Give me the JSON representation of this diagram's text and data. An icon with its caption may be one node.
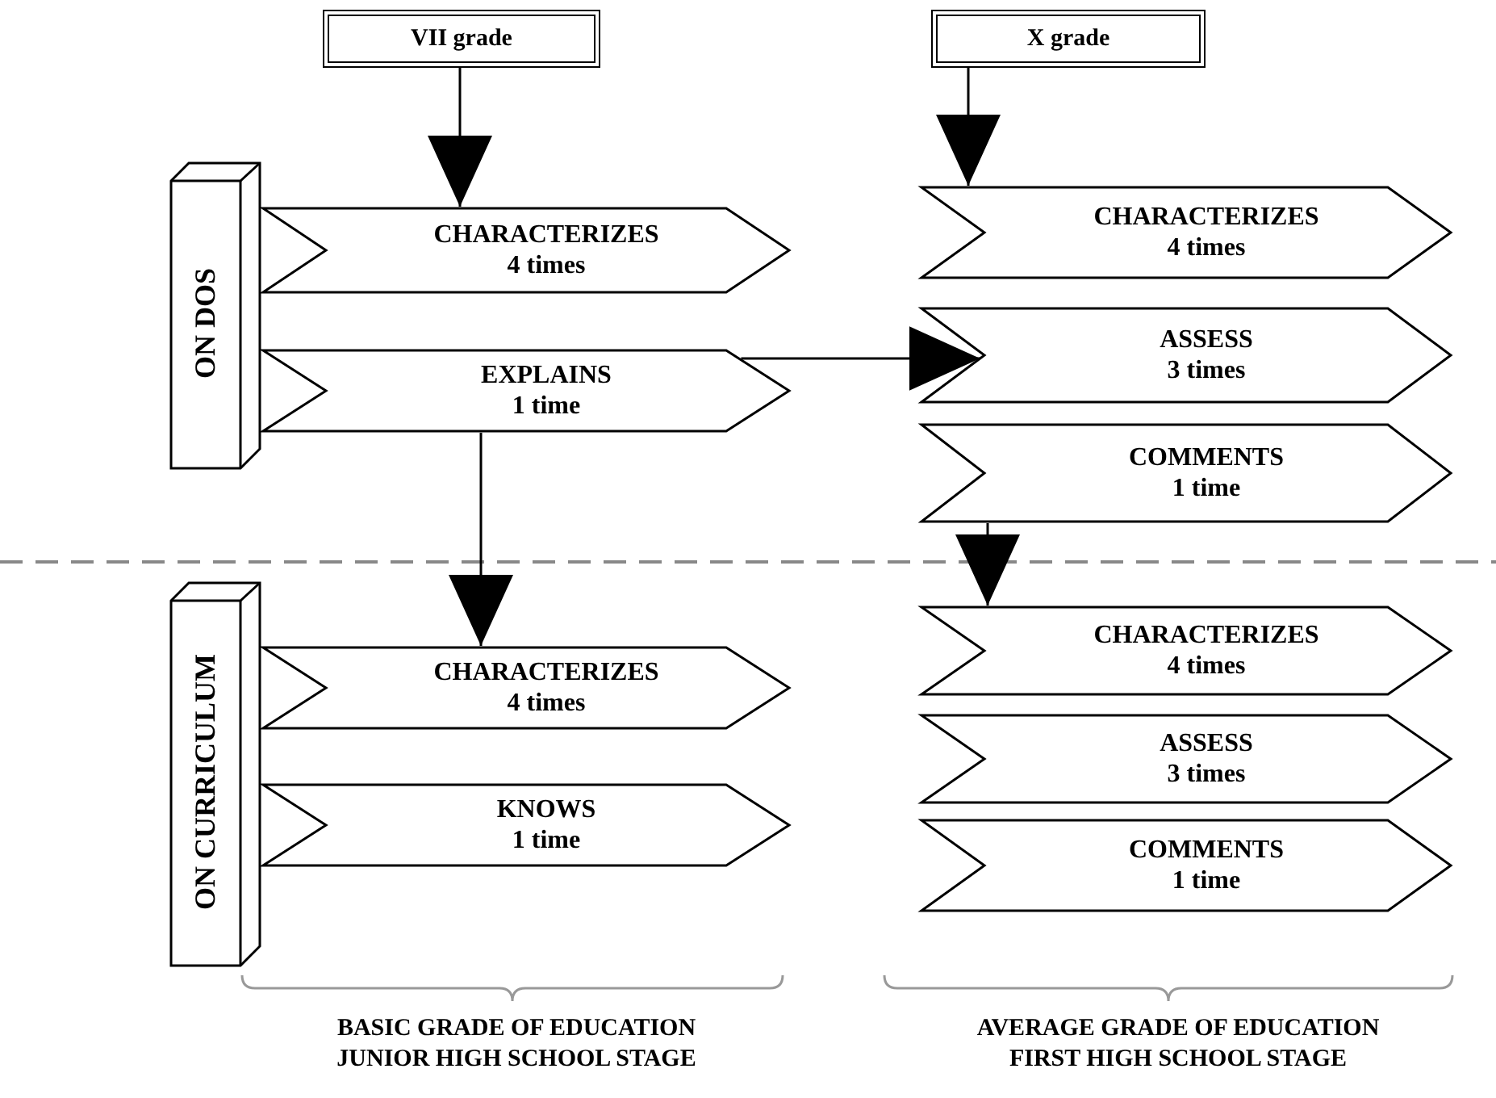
{
  "diagram": {
    "nodes": [
      {
        "text": [
          "VII grade"
        ]
      },
      {
        "text": [
          "X grade"
        ]
      },
      {
        "text": [
          "ON DOS"
        ]
      },
      {
        "text": [
          "ON CURRICULUM"
        ]
      },
      {
        "text": [
          "CHARACTERIZES",
          "4 times"
        ]
      },
      {
        "text": [
          "EXPLAINS",
          "1 time"
        ]
      },
      {
        "text": [
          "CHARACTERIZES",
          "4 times"
        ]
      },
      {
        "text": [
          "ASSESS",
          "3 times"
        ]
      },
      {
        "text": [
          "COMMENTS",
          "1 time"
        ]
      },
      {
        "text": [
          "CHARACTERIZES",
          "4 times"
        ]
      },
      {
        "text": [
          "KNOWS",
          "1 time"
        ]
      },
      {
        "text": [
          "CHARACTERIZES",
          "4 times"
        ]
      },
      {
        "text": [
          "ASSESS",
          "3 times"
        ]
      },
      {
        "text": [
          "COMMENTS",
          "1 time"
        ]
      }
    ],
    "edges": [
      {
        "from": 0,
        "to": 4,
        "arrow": "to"
      },
      {
        "from": 5,
        "to": 7,
        "arrow": "to"
      },
      {
        "from": 1,
        "to": 6,
        "arrow": "to"
      },
      {
        "from": 5,
        "to": 9,
        "arrow": "to"
      },
      {
        "from": 8,
        "to": 11,
        "arrow": "to"
      }
    ],
    "labels": [
      "BASIC GRADE OF EDUCATION JUNIOR HIGH SCHOOL STAGE",
      "AVERAGE GRADE OF EDUCATION FIRST HIGH SCHOOL STAGE"
    ]
  }
}
